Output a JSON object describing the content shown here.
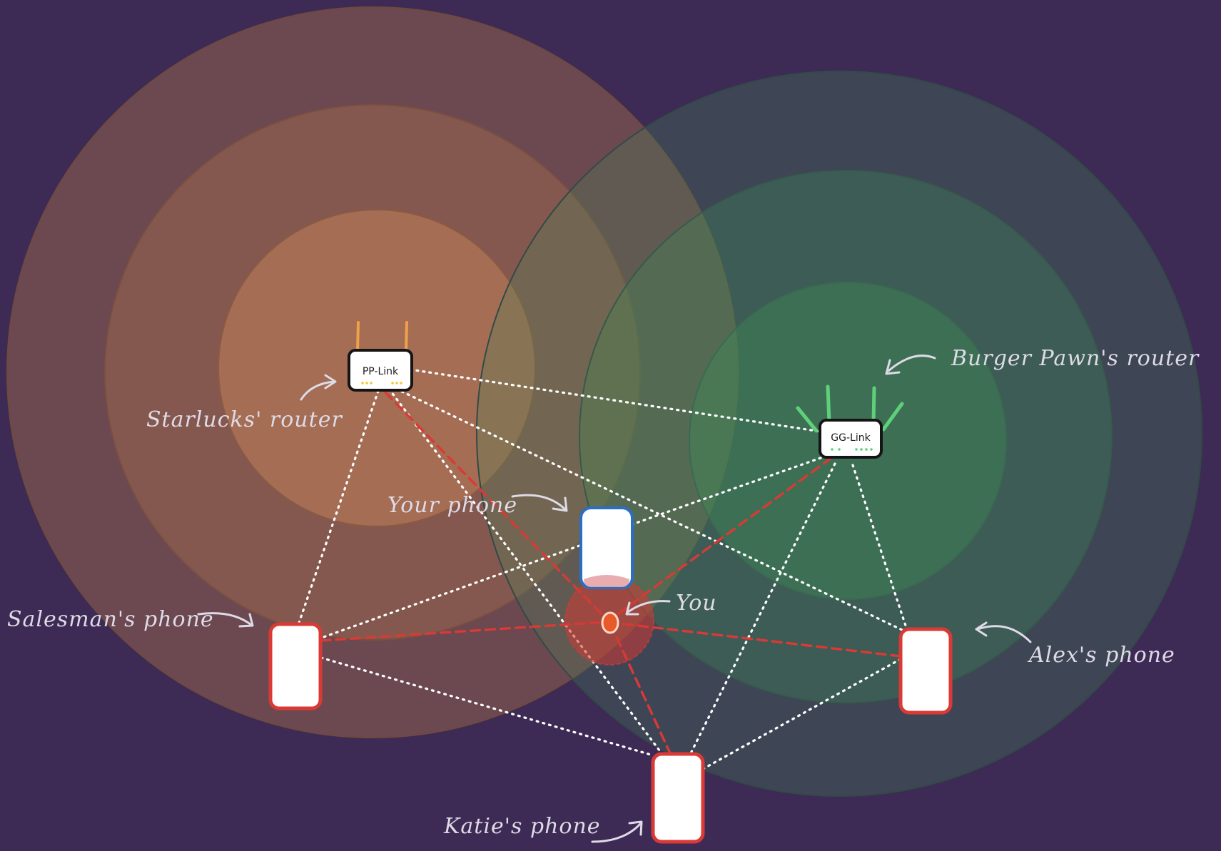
{
  "colors": {
    "background": "#3e2b55",
    "starlucks_zone": "#b87a4b",
    "burger_zone": "#3f8a55",
    "link_dotted": "#ffffff",
    "link_dashed": "#d93a35",
    "phone_border": "#d93a35",
    "your_phone_border": "#2a6fc4",
    "you_marker": "#e85a2a"
  },
  "routers": {
    "starlucks": {
      "device_text": "PP-Link",
      "label": "Starlucks' router",
      "antenna_color": "#f0a04a",
      "led_color": "#f3c63a",
      "icon": "router-icon"
    },
    "burger": {
      "device_text": "GG-Link",
      "label": "Burger Pawn's router",
      "antenna_color": "#5fd07a",
      "led_color": "#5fd07a",
      "icon": "router-icon"
    }
  },
  "devices": {
    "your_phone": {
      "label": "Your phone",
      "icon": "phone-icon"
    },
    "salesman_phone": {
      "label": "Salesman's phone",
      "icon": "phone-icon"
    },
    "katie_phone": {
      "label": "Katie's phone",
      "icon": "phone-icon"
    },
    "alex_phone": {
      "label": "Alex's phone",
      "icon": "phone-icon"
    },
    "you": {
      "label": "You",
      "icon": "location-dot-icon"
    }
  }
}
